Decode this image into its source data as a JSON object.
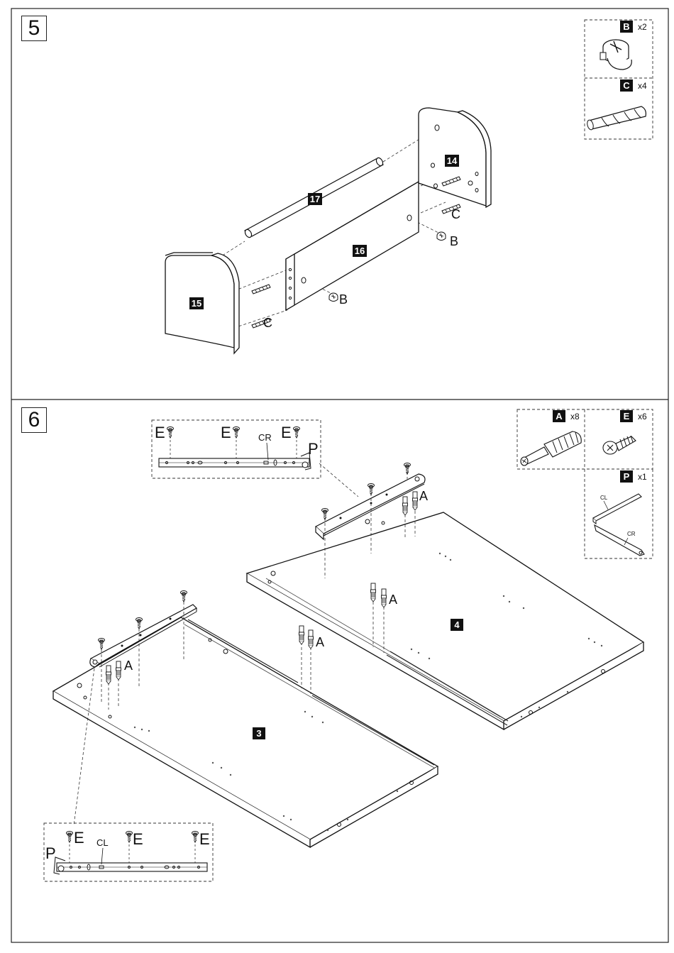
{
  "step5": {
    "number": "5",
    "parts": {
      "p14": "14",
      "p15": "15",
      "p16": "16",
      "p17": "17"
    },
    "callouts": {
      "b1": "B",
      "b2": "B",
      "c1": "C",
      "c2": "C"
    },
    "hardware": [
      {
        "code": "B",
        "qty": "x2",
        "icon": "cam-lock-icon"
      },
      {
        "code": "C",
        "qty": "x4",
        "icon": "wood-dowel-icon"
      }
    ]
  },
  "step6": {
    "number": "6",
    "parts": {
      "p3": "3",
      "p4": "4"
    },
    "callouts": {
      "a1": "A",
      "a2": "A",
      "a3": "A",
      "a4": "A"
    },
    "hardware": [
      {
        "code": "A",
        "qty": "x8",
        "icon": "cam-bolt-icon"
      },
      {
        "code": "E",
        "qty": "x6",
        "icon": "screw-icon"
      },
      {
        "code": "P",
        "qty": "x1",
        "icon": "drawer-slide-icon"
      }
    ],
    "slide_labels": {
      "left": "CL",
      "right": "CR"
    },
    "detail_top": {
      "screw_labels": [
        "E",
        "E",
        "E"
      ],
      "rail_label": "CR",
      "part": "P"
    },
    "detail_bottom": {
      "screw_labels": [
        "E",
        "E",
        "E"
      ],
      "rail_label": "CL",
      "part": "P"
    }
  }
}
